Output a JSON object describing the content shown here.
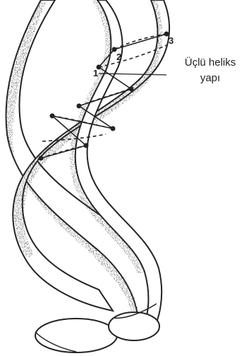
{
  "diagram": {
    "point_labels": [
      "1",
      "2",
      "3"
    ],
    "caption_lines": [
      "Üçlü heliks",
      "yapı"
    ]
  },
  "colors": {
    "ink": "#222222",
    "shade": "#4a4a4a",
    "background": "#ffffff"
  }
}
